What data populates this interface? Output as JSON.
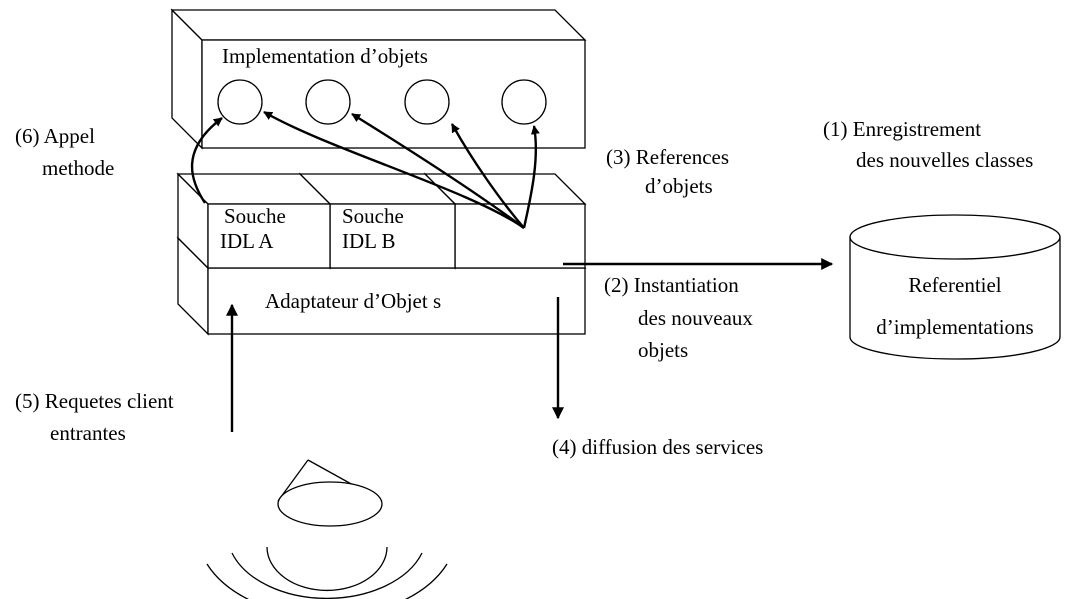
{
  "labels": {
    "implementation": "Implementation d’objets",
    "appel_line1": "(6) Appel",
    "appel_line2": "methode",
    "souche_a_line1": "Souche",
    "souche_a_line2": "IDL A",
    "souche_b_line1": "Souche",
    "souche_b_line2": "IDL B",
    "adaptateur": "Adaptateur d’Objet s",
    "references_line1": "(3) References",
    "references_line2": "d’objets",
    "enregistrement_line1": "(1) Enregistrement",
    "enregistrement_line2": "des nouvelles classes",
    "instantiation_line1": "(2) Instantiation",
    "instantiation_line2": "des nouveaux",
    "instantiation_line3": "objets",
    "referentiel_line1": "Referentiel",
    "referentiel_line2": "d’implementations",
    "requetes_line1": "(5) Requetes client",
    "requetes_line2": "entrantes",
    "diffusion": "(4) diffusion des services"
  }
}
